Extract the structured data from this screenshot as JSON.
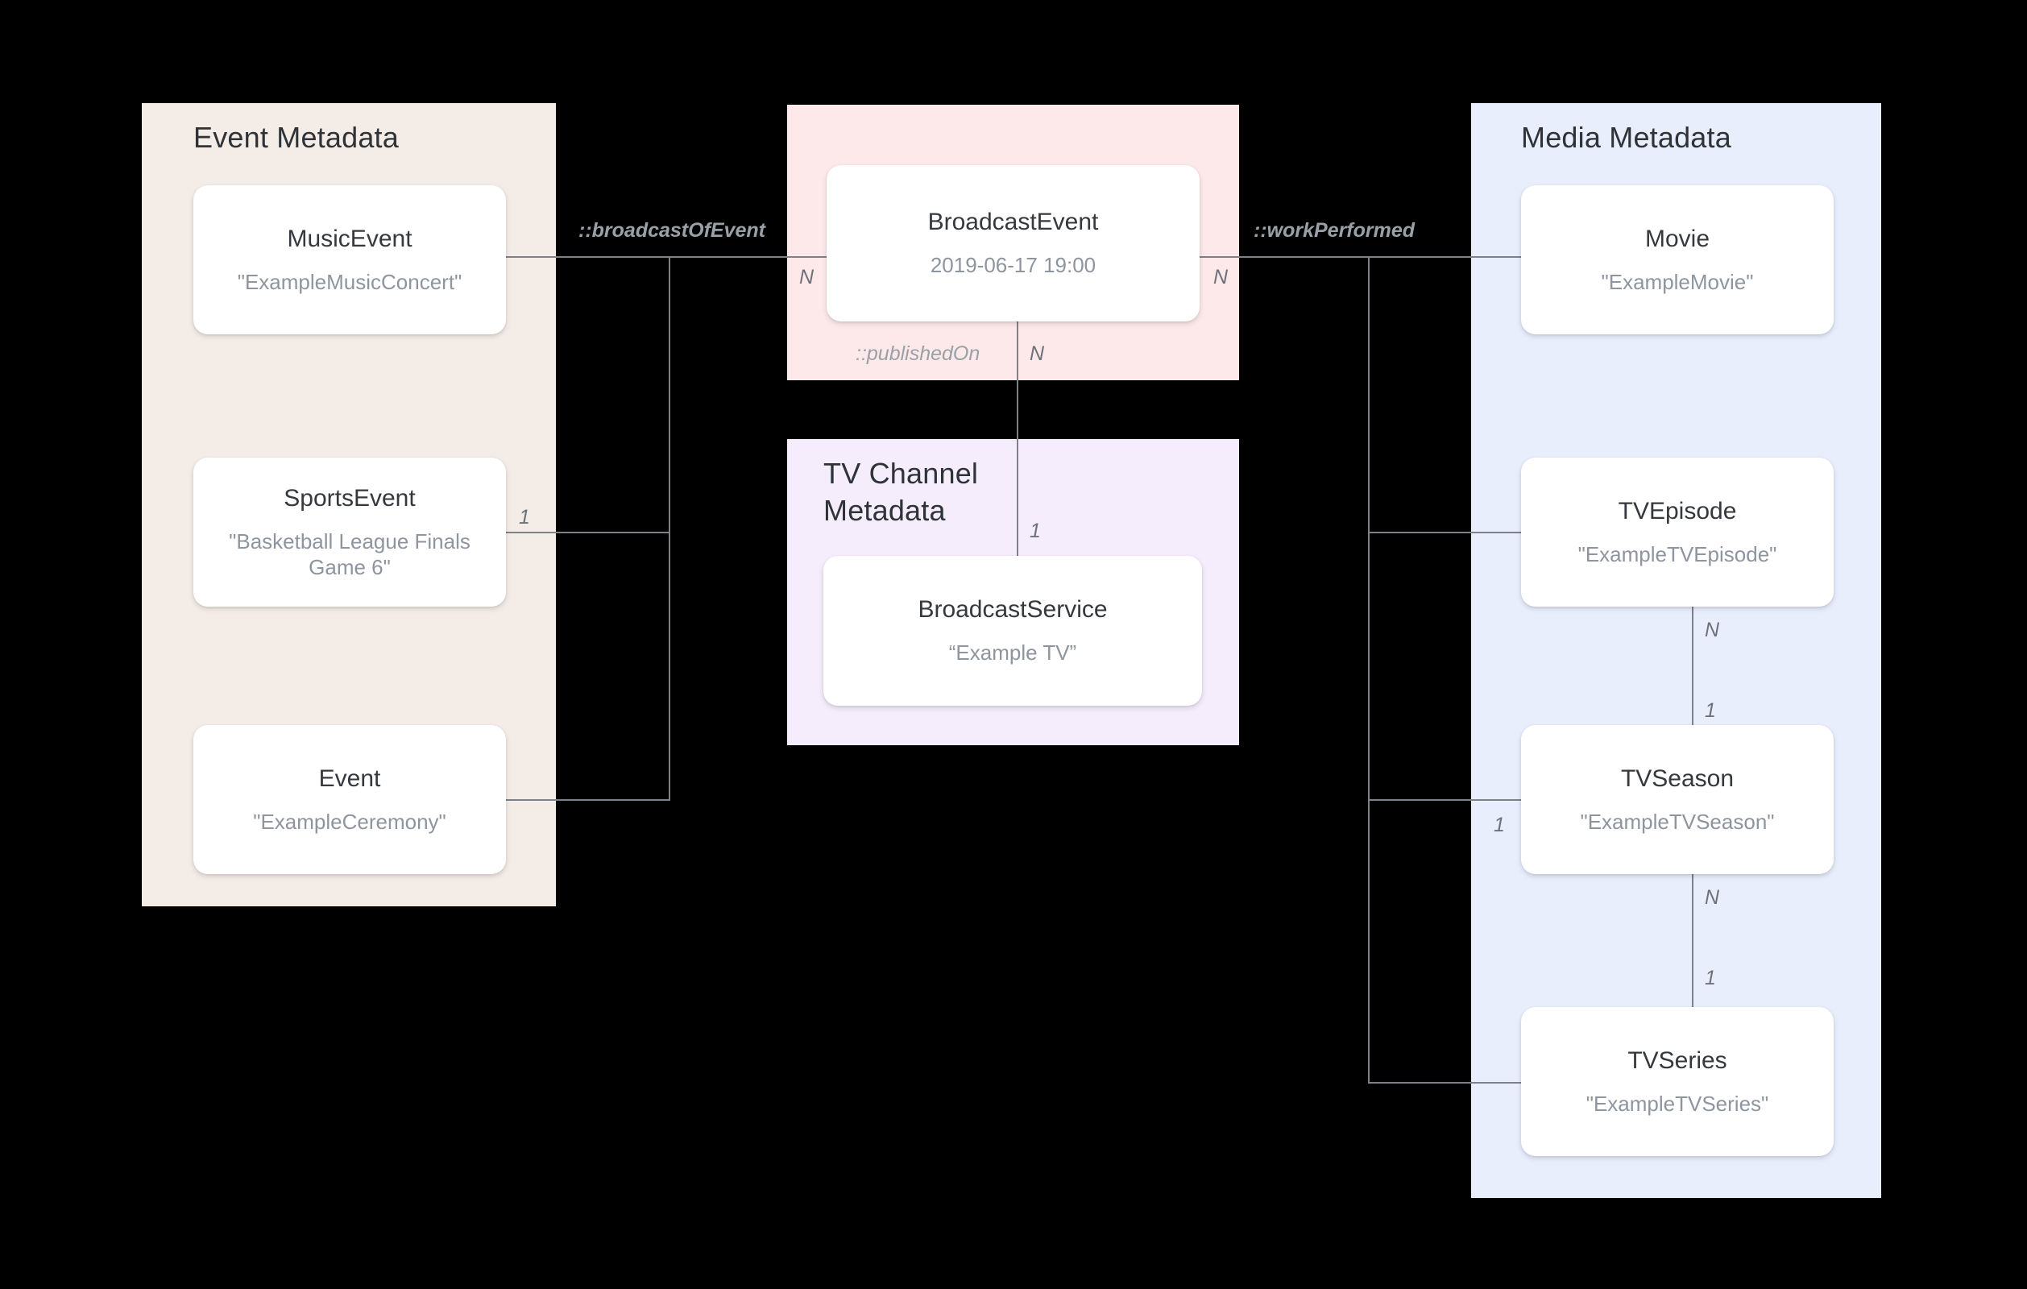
{
  "groups": [
    {
      "id": "event",
      "title": "Event Metadata",
      "color": "#f4ece7"
    },
    {
      "id": "broadcast",
      "title": "",
      "color": "#fde9e9"
    },
    {
      "id": "tvchannel",
      "title": "TV Channel\nMetadata",
      "color": "#f5edfb"
    },
    {
      "id": "media",
      "title": "Media Metadata",
      "color": "#e8eefc"
    }
  ],
  "nodes": {
    "music": {
      "name": "MusicEvent",
      "value": "\"ExampleMusicConcert\""
    },
    "sports": {
      "name": "SportsEvent",
      "value": "\"Basketball League Finals Game 6\""
    },
    "event": {
      "name": "Event",
      "value": "\"ExampleCeremony\""
    },
    "bevent": {
      "name": "BroadcastEvent",
      "value": "2019-06-17 19:00"
    },
    "bservice": {
      "name": "BroadcastService",
      "value": "“Example TV”"
    },
    "movie": {
      "name": "Movie",
      "value": "\"ExampleMovie\""
    },
    "tvepi": {
      "name": "TVEpisode",
      "value": "\"ExampleTVEpisode\""
    },
    "tvseason": {
      "name": "TVSeason",
      "value": "\"ExampleTVSeason\""
    },
    "tvseries": {
      "name": "TVSeries",
      "value": "\"ExampleTVSeries\""
    }
  },
  "relations": {
    "broadcastOfEvent": "::broadcastOfEvent",
    "workPerformed": "::workPerformed",
    "publishedOn": "::publishedOn"
  },
  "cardinalities": {
    "sports_one": "1",
    "bevent_event_n": "N",
    "bevent_work_n": "N",
    "bevent_published_n": "N",
    "bservice_one": "1",
    "tvepi_n": "N",
    "tvseason_one_below": "1",
    "tvseason_left_one": "1",
    "tvseason_n": "N",
    "tvseries_one": "1"
  },
  "colors": {
    "line": "#7e8288",
    "node_bg": "#ffffff",
    "node_title": "#35393e",
    "node_value": "#8e959e",
    "label": "#9aa0a7",
    "background": "#000000"
  }
}
